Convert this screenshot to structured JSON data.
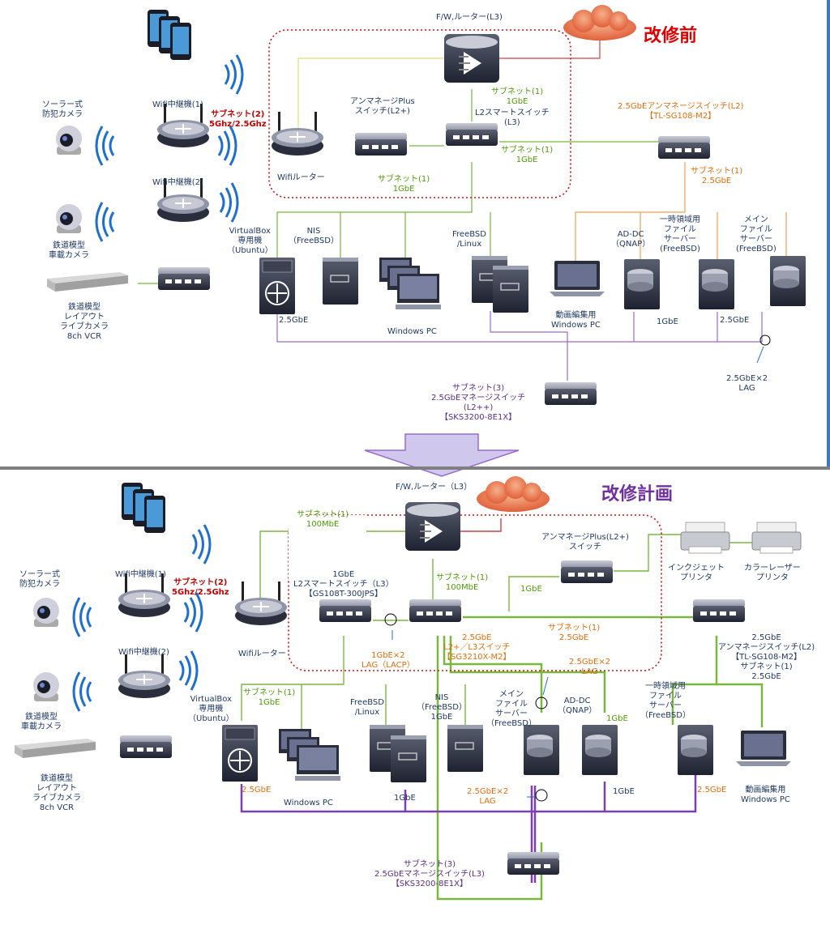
{
  "before": {
    "title": "改修前",
    "fw_router": "F/W,ルーター(L3)",
    "wifi_router": "Wifiルーター",
    "unmanaged_plus": "アンマネージPlus\nスイッチ(L2+)",
    "subnet1_1gbe_top": "サブネット(1)\n1GbE",
    "l2_smart": "L2スマートスイッチ\n(L3)",
    "subnet1_1gbe_right": "サブネット(1)\n1GbE",
    "subnet1_1gbe_left": "サブネット(1)\n1GbE",
    "switch25_unmanaged": "2.5GbEアンマネージスイッチ(L2)\n【TL-SG108-M2】",
    "subnet1_25gbe": "サブネット(1)\n2.5GbE",
    "solar_cam": "ソーラー式\n防犯カメラ",
    "wifi_rep1": "Wifi中継機(1)",
    "subnet2": "サブネット(2)\n5Ghz/2.5Ghz",
    "wifi_rep2": "Wifi中継機(2)",
    "train_cam": "鉄道模型\n車載カメラ",
    "vcr": "鉄道模型\nレイアウト\nライブカメラ\n8ch VCR",
    "virtualbox": "VirtualBox\n専用機\n（Ubuntu）",
    "nis": "NIS\n（FreeBSD）",
    "freebsd_linux": "FreeBSD\n/Linux",
    "win_pc": "Windows PC",
    "video_pc": "動画編集用\nWindows PC",
    "ad_dc": "AD-DC\n（QNAP）",
    "temp_fs": "一時領域用\nファイル\nサーバー\n(FreeBSD)",
    "main_fs": "メイン\nファイル\nサーバー\n(FreeBSD)",
    "lbl_25gbe_vbox": "2.5GbE",
    "lbl_1gbe_qnap": "1GbE",
    "lbl_25gbe_temp": "2.5GbE",
    "lag": "2.5GbE×2\nLAG",
    "subnet3": "サブネット(3)\n2.5GbEマネージスイッチ\n(L2++)\n【SKS3200-8E1X】"
  },
  "after": {
    "title": "改修計画",
    "fw_router": "F/W,ルーター（L3）",
    "subnet1_100m": "サブネット(1)\n100MbE",
    "wifi_router": "Wifiルーター",
    "unmanaged_plus": "アンマネージPlus(L2+)\nスイッチ",
    "inkjet": "インクジェット\nプリンタ",
    "laser": "カラーレーザー\nプリンタ",
    "l2_smart": "1GbE\nL2スマートスイッチ（L3）\n【GS108T-300JPS】",
    "subnet1_100m_2": "サブネット(1)\n100MbE",
    "lbl_1gbe_mid": "1GbE",
    "l3_switch": "2.5GbE\nL2+／L3スイッチ\n【SG3210X-M2】",
    "lag_lacp": "1GbE×2\nLAG（LACP）",
    "subnet1_25gbe": "サブネット(1)\n2.5GbE",
    "switch25_unmanaged": "2.5GbE\nアンマネージスイッチ(L2)\n【TL-SG108-M2】\nサブネット(1)\n2.5GbE",
    "lag_mid": "2.5GbE×2\nLAG",
    "solar_cam": "ソーラー式\n防犯カメラ",
    "wifi_rep1": "Wifi中継機(1)",
    "subnet2": "サブネット(2)\n5Ghz/2.5Ghz",
    "wifi_rep2": "Wifi中継機(2)",
    "train_cam": "鉄道模型\n車載カメラ",
    "vcr": "鉄道模型\nレイアウト\nライブカメラ\n8ch VCR",
    "virtualbox": "VirtualBox\n専用機\n（Ubuntu）",
    "subnet1_1gbe": "サブネット(1)\n1GbE",
    "freebsd_linux": "FreeBSD\n/Linux",
    "nis": "NIS\n（FreeBSD）\n1GbE",
    "main_fs": "メイン\nファイル\nサーバー\n（FreeBSD）",
    "ad_dc": "AD-DC\n（QNAP）",
    "lbl_1gbe_qnap": "1GbE",
    "temp_fs": "一時領域用\nファイル\nサーバー\n（FreeBSD）",
    "lbl_25gbe_vbox": "2.5GbE",
    "win_pc": "Windows PC",
    "lbl_1gbe_fbsd": "1GbE",
    "lag_bottom": "2.5GbE×2\nLAG",
    "lbl_1gbe_ad": "1GbE",
    "lbl_25gbe_temp": "2.5GbE",
    "video_pc": "動画編集用\nWindows PC",
    "subnet3": "サブネット(3)\n2.5GbEマネージスイッチ(L3)\n【SKS3200-8E1X】"
  },
  "colors": {
    "green": "#78b83c",
    "orange": "#f0a050",
    "purple": "#7a3fb0",
    "yellow": "#e8e070",
    "red": "#d04040"
  },
  "icons": [
    "router-icon",
    "switch-icon",
    "server-icon",
    "storage-icon",
    "laptop-icon",
    "pc-icon",
    "phone-icon",
    "camera-icon",
    "wifi-waves-icon",
    "cloud-icon",
    "printer-icon",
    "vcr-icon",
    "core-switch-icon"
  ]
}
